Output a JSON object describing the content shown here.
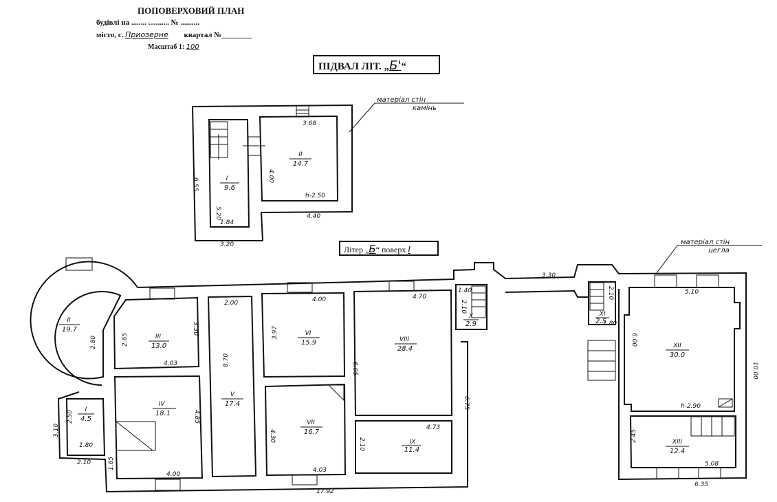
{
  "header": {
    "title": "ПОПОВЕРХОВИЙ ПЛАН",
    "building_label": "будівлі на ........  ........... № ..........",
    "city_label": "місто, с.",
    "city_value": "Приозерне",
    "quarter_label": "квартал №",
    "scale_label": "Масштаб 1:",
    "scale_value": "100"
  },
  "basement": {
    "title_prefix": "ПІДВАЛ ЛІТ. „",
    "letter": "Б'",
    "title_suffix": "“",
    "wall_material_label": "матеріал стін",
    "wall_material_value": "камінь",
    "rooms": [
      {
        "num": "I",
        "area": "9.6"
      },
      {
        "num": "II",
        "area": "14.7"
      }
    ],
    "dims": [
      "3.68",
      "4.00",
      "6.55",
      "5.20",
      "1.84",
      "4.40",
      "3.20",
      "h-2.50"
    ]
  },
  "floor1": {
    "title_prefix": "Літер „",
    "letter": "Б",
    "title_mid": "“ поверх",
    "floor": "I",
    "wall_material_label": "матеріал стін",
    "wall_material_value": "цегла",
    "rooms": [
      {
        "num": "II",
        "area": "19.7"
      },
      {
        "num": "I",
        "area": "4.5"
      },
      {
        "num": "III",
        "area": "13.0"
      },
      {
        "num": "IV",
        "area": "18.1"
      },
      {
        "num": "V",
        "area": "17.4"
      },
      {
        "num": "VI",
        "area": "15.9"
      },
      {
        "num": "VII",
        "area": "16.7"
      },
      {
        "num": "VIII",
        "area": "28.4"
      },
      {
        "num": "IX",
        "area": "11.4"
      },
      {
        "num": "X",
        "area": "2.9"
      },
      {
        "num": "XI",
        "area": "2.5"
      },
      {
        "num": "XII",
        "area": "30.0"
      },
      {
        "num": "XIII",
        "area": "12.4"
      }
    ],
    "dims": [
      "2.80",
      "2.65",
      "3.30",
      "4.03",
      "2.00",
      "8.70",
      "4.00",
      "3.97",
      "4.70",
      "6.05",
      "1.40",
      "2.10",
      "3.30",
      "2.10",
      "1.80",
      "6.00",
      "5.10",
      "10.00",
      "4.85",
      "4.00",
      "4.30",
      "4.03",
      "2.10",
      "4.73",
      "6.75",
      "2.50",
      "3.10",
      "1.80",
      "2.10",
      "1.65",
      "17.92",
      "h-2.90",
      "2.45",
      "5.08",
      "6.35"
    ]
  }
}
